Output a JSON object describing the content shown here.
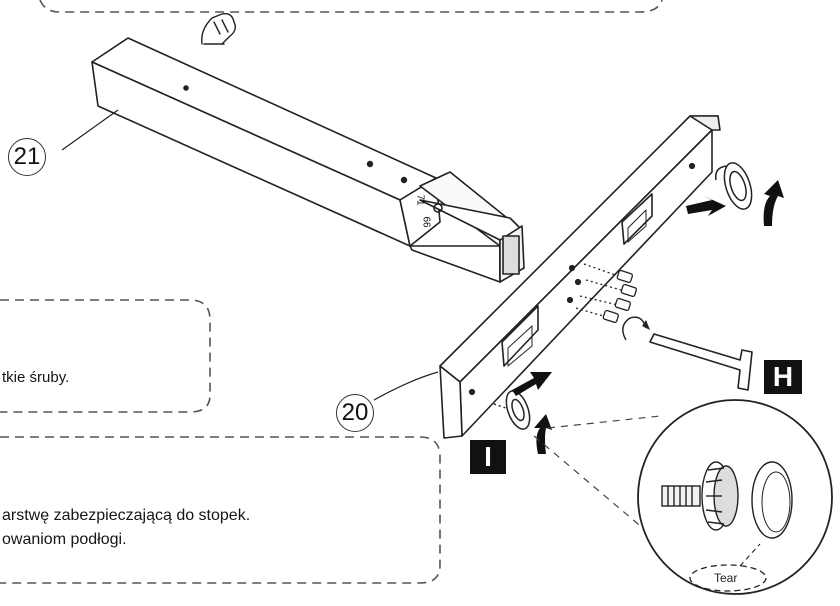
{
  "parts": {
    "part_21": "21",
    "part_20": "20"
  },
  "badges": {
    "hex_key": "H",
    "foot": "I"
  },
  "callouts": {
    "screws_text": "tkie śruby.",
    "feet_line_1": "arstwę zabezpieczającą do stopek.",
    "feet_line_2": "owaniom podłogi."
  },
  "detail": {
    "tear_label": "Tear"
  },
  "tube_marks": {
    "mark_1": "71",
    "mark_2": "66"
  },
  "colors": {
    "line": "#222222",
    "badge_bg": "#111111",
    "badge_fg": "#ffffff"
  }
}
